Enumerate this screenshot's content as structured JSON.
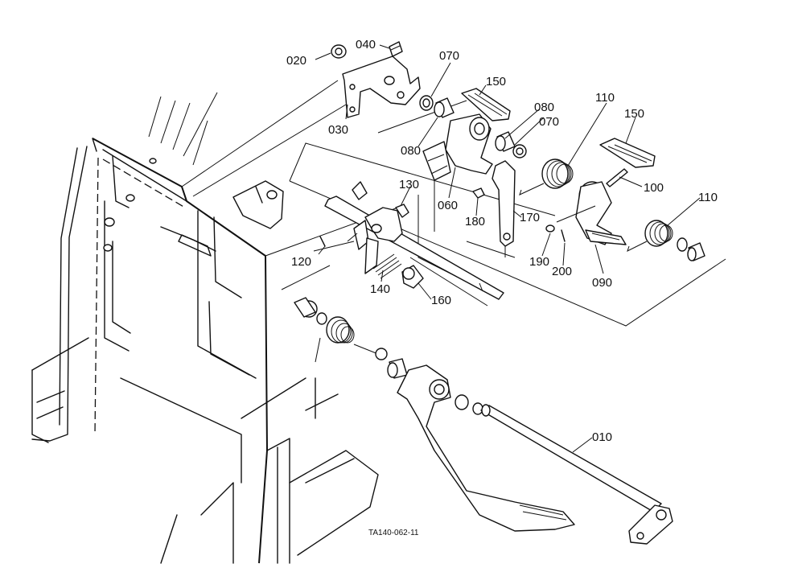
{
  "diagram": {
    "drawing_code": "TA140-062-11",
    "callouts": [
      {
        "id": "020",
        "label": "020"
      },
      {
        "id": "040",
        "label": "040"
      },
      {
        "id": "070a",
        "label": "070"
      },
      {
        "id": "150a",
        "label": "150"
      },
      {
        "id": "030",
        "label": "030"
      },
      {
        "id": "080a",
        "label": "080"
      },
      {
        "id": "070b",
        "label": "070"
      },
      {
        "id": "110a",
        "label": "110"
      },
      {
        "id": "150b",
        "label": "150"
      },
      {
        "id": "080b",
        "label": "080"
      },
      {
        "id": "060",
        "label": "060"
      },
      {
        "id": "130",
        "label": "130"
      },
      {
        "id": "100",
        "label": "100"
      },
      {
        "id": "180",
        "label": "180"
      },
      {
        "id": "170",
        "label": "170"
      },
      {
        "id": "110b",
        "label": "110"
      },
      {
        "id": "120",
        "label": "120"
      },
      {
        "id": "190",
        "label": "190"
      },
      {
        "id": "200",
        "label": "200"
      },
      {
        "id": "090",
        "label": "090"
      },
      {
        "id": "140",
        "label": "140"
      },
      {
        "id": "160",
        "label": "160"
      },
      {
        "id": "010",
        "label": "010"
      }
    ]
  }
}
